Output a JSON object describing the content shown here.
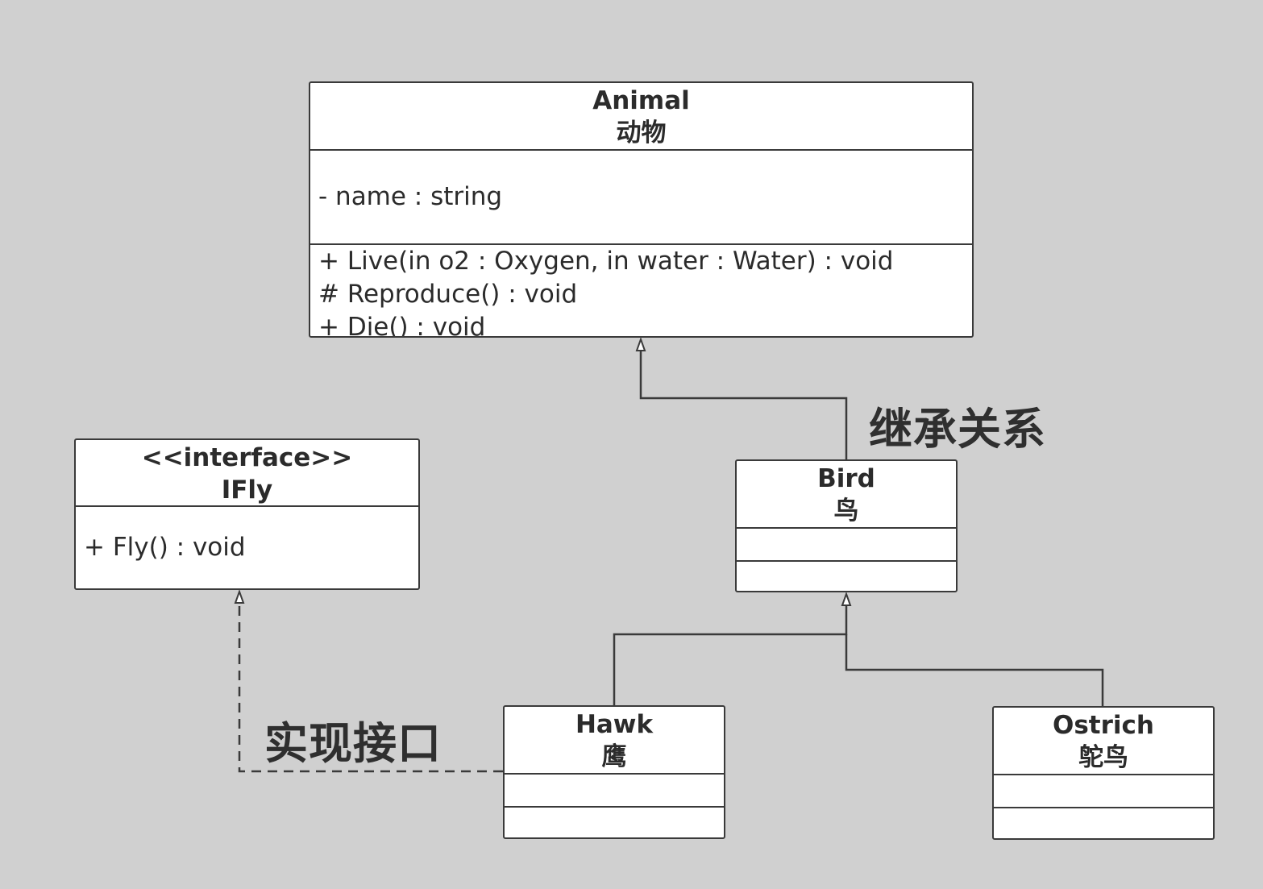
{
  "diagram": {
    "type": "uml-class-diagram",
    "classes": {
      "animal": {
        "name": "Animal",
        "subtitle": "动物",
        "attributes": [
          "- name : string"
        ],
        "operations": [
          "+ Live(in o2 : Oxygen, in water : Water) : void",
          "# Reproduce() : void",
          "+ Die() : void"
        ]
      },
      "ifly": {
        "stereotype": "<<interface>>",
        "name": "IFly",
        "operations": [
          "+ Fly() : void"
        ]
      },
      "bird": {
        "name": "Bird",
        "subtitle": "鸟"
      },
      "hawk": {
        "name": "Hawk",
        "subtitle": "鹰"
      },
      "ostrich": {
        "name": "Ostrich",
        "subtitle": "鸵鸟"
      }
    },
    "relations": [
      {
        "from": "Bird",
        "to": "Animal",
        "kind": "generalization"
      },
      {
        "from": "Hawk",
        "to": "Bird",
        "kind": "generalization"
      },
      {
        "from": "Ostrich",
        "to": "Bird",
        "kind": "generalization"
      },
      {
        "from": "Hawk",
        "to": "IFly",
        "kind": "realization"
      }
    ],
    "labels": {
      "inheritance": "继承关系",
      "implementation": "实现接口"
    },
    "colors": {
      "background": "#d0d0d0",
      "box_fill": "#ffffff",
      "stroke": "#3a3a3a",
      "text": "#2b2b2b"
    }
  }
}
